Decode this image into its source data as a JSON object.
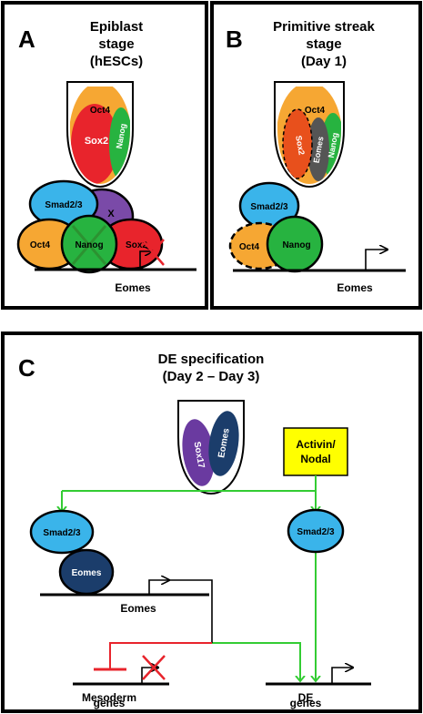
{
  "panels": {
    "a": {
      "letter": "A",
      "title_line1": "Epiblast",
      "title_line2": "stage",
      "title_line3": "(hESCs)",
      "embryo": {
        "oct4": "Oct4",
        "sox2": "Sox2",
        "nanog": "Nanog"
      },
      "complex": {
        "smad": "Smad2/3",
        "x": "X",
        "oct4": "Oct4",
        "nanog": "Nanog",
        "sox2": "Sox2"
      },
      "gene": "Eomes"
    },
    "b": {
      "letter": "B",
      "title_line1": "Primitive streak",
      "title_line2": "stage",
      "title_line3": "(Day 1)",
      "embryo": {
        "oct4": "Oct4",
        "sox2": "Sox2",
        "eomes": "Eomes",
        "nanog": "Nanog"
      },
      "complex": {
        "smad": "Smad2/3",
        "oct4": "Oct4",
        "nanog": "Nanog"
      },
      "gene": "Eomes"
    },
    "c": {
      "letter": "C",
      "title_line1": "DE specification",
      "title_line2": "(Day 2 – Day 3)",
      "embryo": {
        "sox17": "Sox17",
        "eomes": "Eomes"
      },
      "activin_line1": "Activin/",
      "activin_line2": "Nodal",
      "smad_left": "Smad2/3",
      "eomes_protein": "Eomes",
      "smad_right": "Smad2/3",
      "eomes_gene": "Eomes",
      "mesoderm_line1": "Mesoderm",
      "mesoderm_line2": "genes",
      "de_line1": "DE",
      "de_line2": "genes"
    }
  },
  "colors": {
    "oct4": "#f6a733",
    "sox2": "#e8242c",
    "nanog": "#27b340",
    "smad": "#3ab4ea",
    "x": "#7a4aa8",
    "eomes": "#1b3d6b",
    "sox17": "#6a3aa0",
    "activin": "#ffff00",
    "green_arrow": "#33cc33",
    "repress": "#e8242c"
  }
}
